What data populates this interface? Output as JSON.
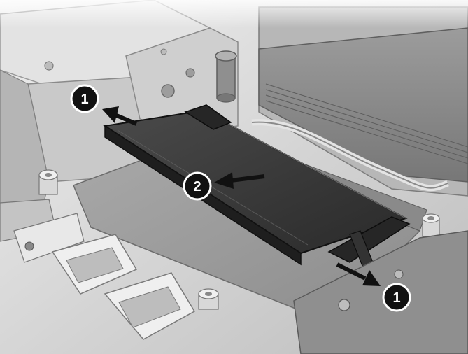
{
  "colors": {
    "background": "#ffffff",
    "chassis_light": "#d4d4d4",
    "chassis_mid": "#a8a8a8",
    "chassis_dark": "#6e6e6e",
    "board": "#9b9b9b",
    "memory_module": "#3a3a3a",
    "callout_fill": "#111111",
    "callout_text": "#ffffff",
    "arrow": "#111111"
  },
  "callouts": [
    {
      "id": "left-latch",
      "label": "1"
    },
    {
      "id": "module-slide",
      "label": "2"
    },
    {
      "id": "right-latch",
      "label": "1"
    }
  ]
}
